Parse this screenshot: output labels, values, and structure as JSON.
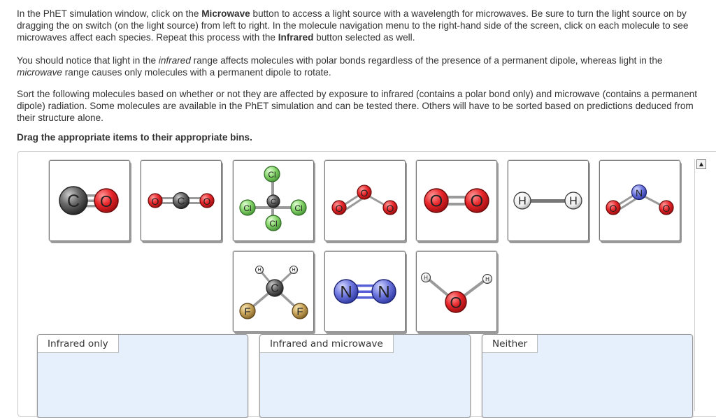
{
  "intro": {
    "line1_a": "In the PhET simulation window, click on the ",
    "line1_b": "Microwave",
    "line1_c": " button to access a light source with a wavelength for microwaves. Be sure to turn the light source on by",
    "line2": "dragging the on switch (on the light source) from left to right. In the molecule navigation menu to the right-hand side of the screen, click on each molecule to see",
    "line3_a": "microwaves affect each species. Repeat this process with the ",
    "line3_b": "Infrared",
    "line3_c": " button selected as well."
  },
  "notice": {
    "line1_a": "You should notice that light in the ",
    "line1_b": "infrared",
    "line1_c": " range affects molecules with polar bonds regardless of the presence of a permanent dipole, whereas light in the",
    "line2_a": "microwave",
    "line2_b": " range causes only molecules with a permanent dipole to rotate."
  },
  "sort": {
    "line1": "Sort the following molecules based on whether or not they are affected by exposure to infrared (contains a polar bond only) and microwave (contains a permanent",
    "line2": "dipole) radiation. Some molecules are available in the PhET simulation and can be tested there. Others will have to be sorted based on predictions deduced from",
    "line3": "their structure alone."
  },
  "instruction": "Drag the appropriate items to their appropriate bins.",
  "atoms": {
    "C": "C",
    "O": "O",
    "Cl": "Cl",
    "H": "H",
    "N": "N",
    "F": "F"
  },
  "molecules": [
    "CO",
    "CO2",
    "CCl4",
    "O3",
    "O2",
    "H2",
    "NO2",
    "CH2F2",
    "N2",
    "H2O"
  ],
  "bins": {
    "infrared_only": "Infrared only",
    "infrared_and_microwave": "Infrared and microwave",
    "neither": "Neither"
  },
  "colors": {
    "carbon": "#555555",
    "oxygen": "#e8262a",
    "chlorine": "#86d66b",
    "hydrogen": "#ffffff",
    "nitrogen": "#5560d8",
    "fluorine": "#c8a45a",
    "bin_fill": "#e6effc"
  }
}
